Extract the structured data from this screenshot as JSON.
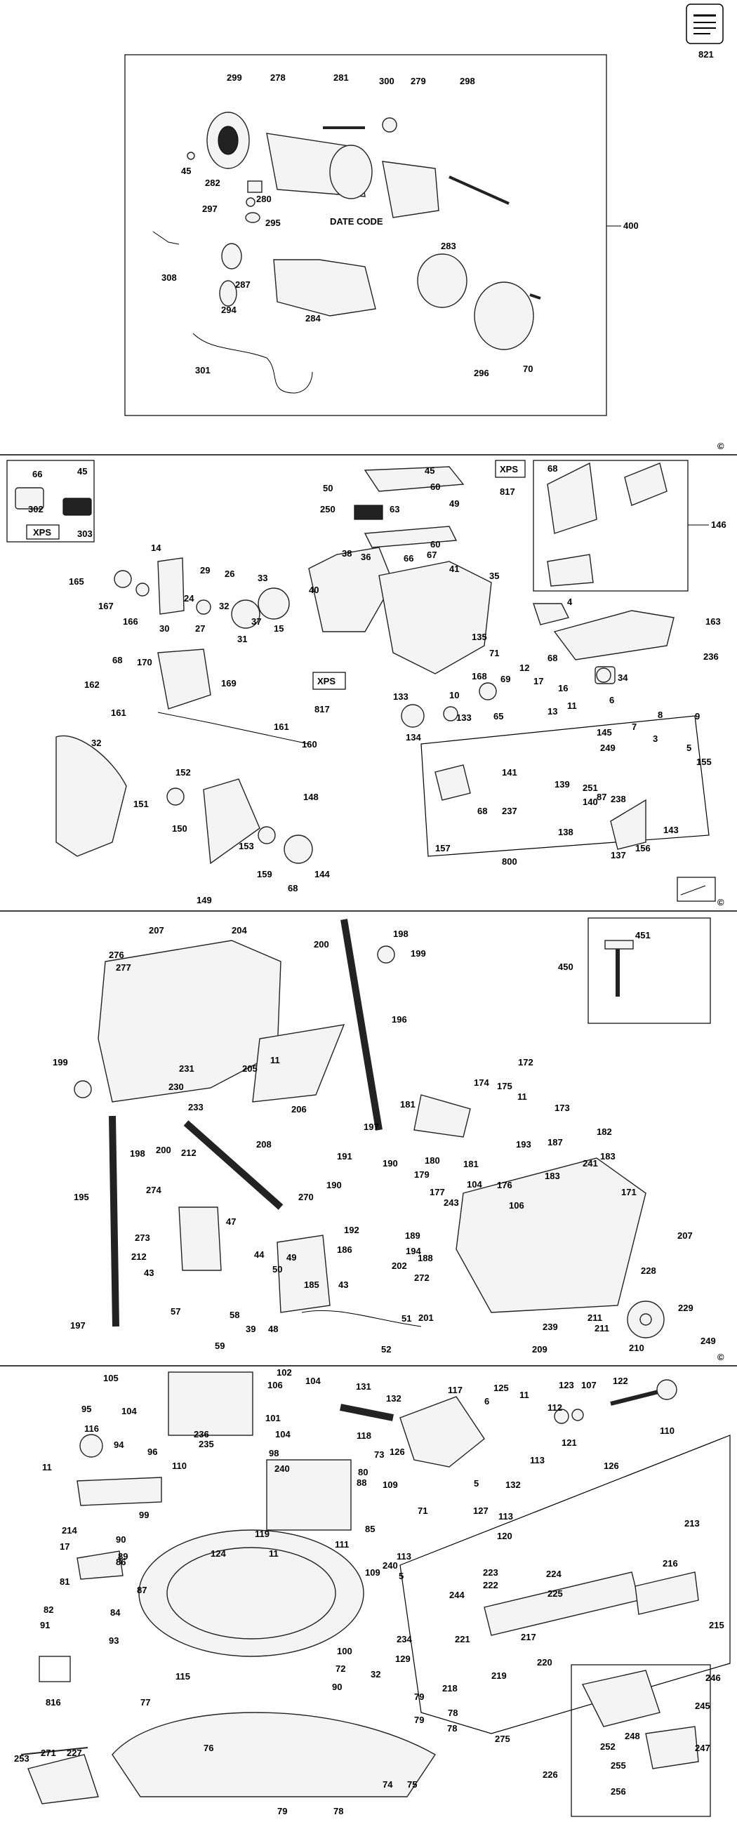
{
  "copyright_mark": "©",
  "section1": {
    "labels": [
      "299",
      "278",
      "281",
      "300",
      "279",
      "298",
      "45",
      "282",
      "280",
      "297",
      "295",
      "DATE CODE",
      "400",
      "308",
      "287",
      "294",
      "284",
      "283",
      "296",
      "70",
      "301"
    ],
    "corner_label": "821"
  },
  "section2": {
    "labels": [
      "66",
      "45",
      "302",
      "303",
      "XPS",
      "50",
      "63",
      "45",
      "60",
      "49",
      "250",
      "60",
      "68",
      "146",
      "165",
      "14",
      "29",
      "26",
      "33",
      "38",
      "36",
      "66",
      "67",
      "41",
      "35",
      "4",
      "163",
      "167",
      "166",
      "30",
      "24",
      "27",
      "32",
      "31",
      "37",
      "15",
      "40",
      "135",
      "71",
      "236",
      "34",
      "170",
      "169",
      "162",
      "161",
      "68",
      "160",
      "161",
      "XPS",
      "817",
      "133",
      "134",
      "133",
      "168",
      "10",
      "69",
      "65",
      "12",
      "17",
      "16",
      "11",
      "13",
      "68",
      "6",
      "7",
      "8",
      "3",
      "9",
      "5",
      "155",
      "32",
      "151",
      "152",
      "150",
      "153",
      "159",
      "148",
      "149",
      "68",
      "144",
      "145",
      "249",
      "141",
      "68",
      "237",
      "139",
      "251",
      "140",
      "87",
      "138",
      "238",
      "143",
      "137",
      "156",
      "157",
      "800"
    ],
    "xps_top": "XPS",
    "xps_top_num": "817"
  },
  "section3": {
    "labels": [
      "207",
      "204",
      "276",
      "277",
      "200",
      "198",
      "199",
      "451",
      "450",
      "196",
      "199",
      "231",
      "230",
      "233",
      "205",
      "11",
      "206",
      "172",
      "174",
      "175",
      "181",
      "11",
      "173",
      "197",
      "198",
      "200",
      "208",
      "182",
      "187",
      "193",
      "183",
      "241",
      "183",
      "190",
      "191",
      "190",
      "179",
      "180",
      "181",
      "212",
      "274",
      "270",
      "192",
      "104",
      "176",
      "177",
      "243",
      "106",
      "171",
      "273",
      "47",
      "212",
      "43",
      "44",
      "49",
      "50",
      "185",
      "186",
      "189",
      "194",
      "188",
      "202",
      "207",
      "43",
      "272",
      "228",
      "57",
      "58",
      "39",
      "59",
      "48",
      "201",
      "51",
      "52",
      "239",
      "211",
      "210",
      "229",
      "249",
      "211",
      "209",
      "195",
      "197"
    ]
  },
  "section4": {
    "labels": [
      "105",
      "102",
      "104",
      "131",
      "132",
      "117",
      "125",
      "11",
      "123",
      "107",
      "122",
      "104",
      "106",
      "101",
      "95",
      "94",
      "236",
      "235",
      "104",
      "98",
      "118",
      "6",
      "112",
      "110",
      "116",
      "11",
      "96",
      "240",
      "73",
      "126",
      "113",
      "121",
      "110",
      "99",
      "80",
      "88",
      "109",
      "5",
      "132",
      "126",
      "214",
      "90",
      "17",
      "89",
      "85",
      "71",
      "127",
      "113",
      "120",
      "213",
      "119",
      "11",
      "111",
      "86",
      "124",
      "240",
      "109",
      "5",
      "113",
      "216",
      "81",
      "87",
      "215",
      "82",
      "84",
      "223",
      "224",
      "222",
      "91",
      "93",
      "225",
      "244",
      "234",
      "129",
      "217",
      "221",
      "100",
      "72",
      "32",
      "90",
      "220",
      "218",
      "219",
      "816",
      "115",
      "79",
      "77",
      "78",
      "245",
      "275",
      "79",
      "78",
      "76",
      "246",
      "248",
      "247",
      "252",
      "255",
      "226",
      "256",
      "253",
      "271",
      "227",
      "74",
      "75",
      "79",
      "78"
    ]
  },
  "icons": [
    "manual-icon",
    "part-drawings"
  ]
}
